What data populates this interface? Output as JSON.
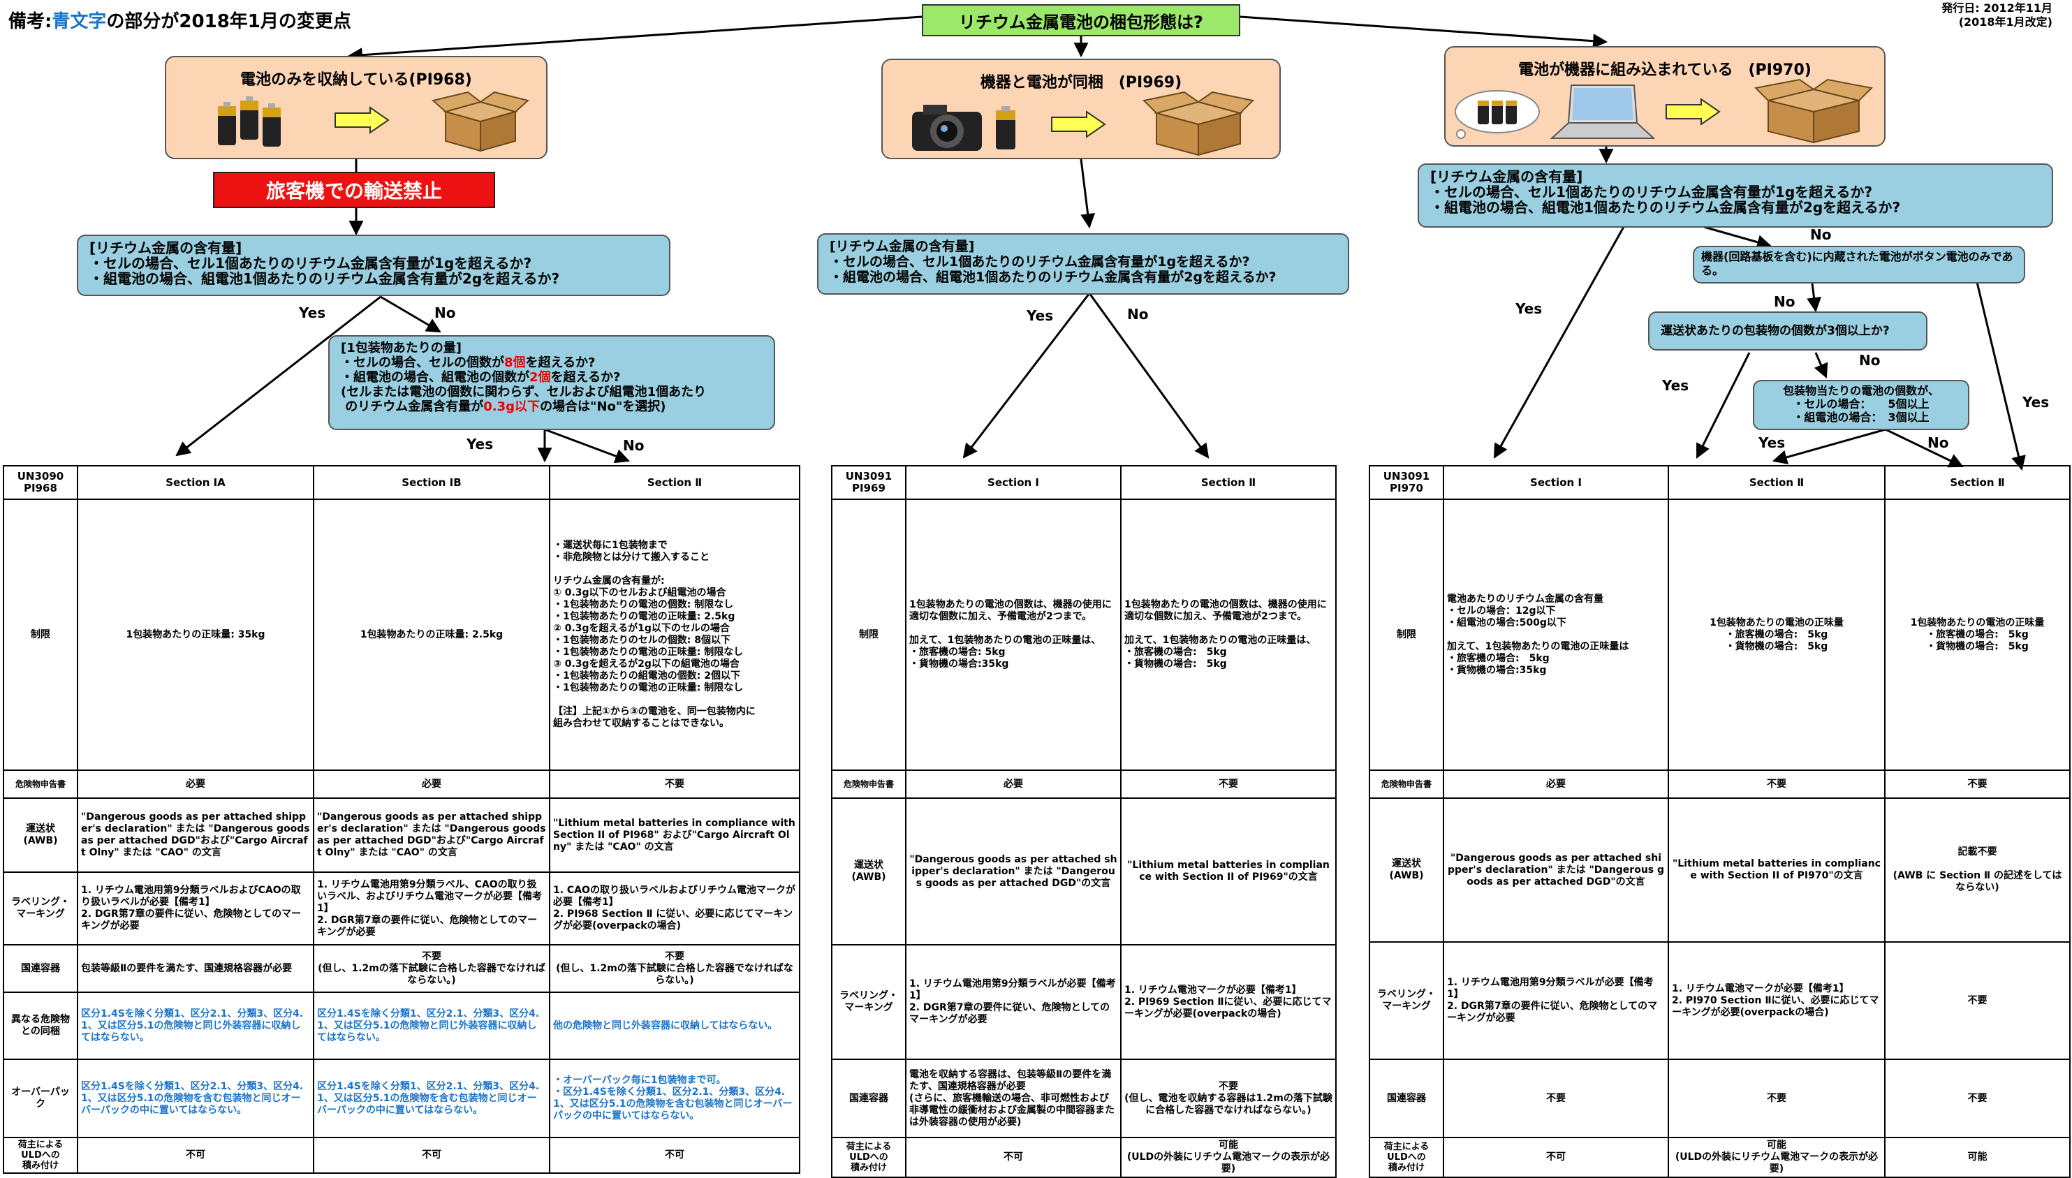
{
  "header": {
    "note_prefix": "備考:",
    "note_blue": "青文字",
    "note_suffix": "の部分が2018年1月の変更点",
    "issue_line1": "発行日: 2012年11月",
    "issue_line2": "(2018年1月改定)"
  },
  "top_question": "リチウム金属電池の梱包形態は?",
  "branches": {
    "pi968": "電池のみを収納している(PI968)",
    "pi969": "機器と電池が同梱　(PI969)",
    "pi970": "電池が機器に組み込まれている　(PI970)"
  },
  "prohibited": "旅客機での輸送禁止",
  "content_q": {
    "title": "[リチウム金属の含有量]",
    "line1": "・セルの場合、セル1個あたりのリチウム金属含有量が1gを超えるか?",
    "line2": "・組電池の場合、組電池1個あたりのリチウム金属含有量が2gを超えるか?"
  },
  "package_q": {
    "title": "[1包装物あたりの量]",
    "l1a": "・セルの場合、セルの個数が",
    "l1b": "8個",
    "l1c": "を超えるか?",
    "l2a": "・組電池の場合、組電池の個数が",
    "l2b": "2個",
    "l2c": "を超えるか?",
    "l3": "(セルまたは電池の個数に関わらず、セルおよび組電池1個あたり",
    "l4a": "のリチウム金属含有量が",
    "l4b": "0.3g以下",
    "l4c": "の場合は\"No\"を選択)"
  },
  "button_q": "機器(回路基板を含む)に内蔵された電池がボタン電池のみである。",
  "waybill_q": "運送状あたりの包装物の個数が3個以上か?",
  "count_q": {
    "l1": "包装物当たりの電池の個数が、",
    "l2": "・セルの場合：　　5個以上",
    "l3": "・組電池の場合：　3個以上"
  },
  "yes": "Yes",
  "no": "No",
  "row_labels": {
    "limit": "制限",
    "dgd": "危険物申告書",
    "awb": "運送状\n(AWB)",
    "label": "ラベリング・\nマーキング",
    "un": "国連容器",
    "segregation": "異なる危険物\nとの同梱",
    "overpack": "オーバーパック",
    "uld": "荷主による\nULDへの\n積み付け"
  },
  "t968": {
    "id": "UN3090\nPI968",
    "s1": "Section IA",
    "s2": "Section IB",
    "s3": "Section Ⅱ",
    "limit1": "1包装物あたりの正味量: 35kg",
    "limit2": "1包装物あたりの正味量: 2.5kg",
    "limit3": "・運送状毎に1包装物まで\n・非危険物とは分けて搬入すること\n\nリチウム金属の含有量が:\n① 0.3g以下のセルおよび組電池の場合\n ・1包装物あたりの電池の個数: 制限なし\n ・1包装物あたりの電池の正味量: 2.5kg\n② 0.3gを超えるが1g以下のセルの場合\n ・1包装物あたりのセルの個数: 8個以下\n ・1包装物あたりの電池の正味量: 制限なし\n③ 0.3gを超えるが2g以下の組電池の場合\n ・1包装物あたりの組電池の個数: 2個以下\n ・1包装物あたりの電池の正味量: 制限なし\n\n【注】上記①から③の電池を、同一包装物内に\n組み合わせて収納することはできない。",
    "dgd1": "必要",
    "dgd2": "必要",
    "dgd3": "不要",
    "awb1": "\"Dangerous goods as per attached shipper's declaration\" または \"Dangerous goods as per attached DGD\"および\"Cargo Aircraft Olny\" または \"CAO\" の文言",
    "awb2": "\"Dangerous goods as per attached shipper's declaration\" または \"Dangerous goods as per attached DGD\"および\"Cargo Aircraft Olny\" または \"CAO\" の文言",
    "awb3": "\"Lithium metal batteries in compliance with Section II of PI968\" および\"Cargo Aircraft Olny\" または \"CAO\" の文言",
    "lab1": "1. リチウム電池用第9分類ラベルおよびCAOの取り扱いラベルが必要【備考1】\n2. DGR第7章の要件に従い、危険物としてのマーキングが必要",
    "lab2": "1. リチウム電池用第9分類ラベル、CAOの取り扱いラベル、およびリチウム電池マークが必要【備考1】\n2. DGR第7章の要件に従い、危険物としてのマーキングが必要",
    "lab3": "1. CAOの取り扱いラベルおよびリチウム電池マークが必要【備考1】\n2. PI968 Section Ⅱ に従い、必要に応じてマーキングが必要(overpackの場合)",
    "un1": "包装等級Ⅱの要件を満たす、国連規格容器が必要",
    "un2": "不要\n(但し、1.2mの落下試験に合格した容器でなければならない。)",
    "un3": "不要\n(但し、1.2mの落下試験に合格した容器でなければならない。)",
    "seg1": "区分1.4Sを除く分類1、区分2.1、分類3、区分4.1、又は区分5.1の危険物と同じ外装容器に収納してはならない。",
    "seg2": "区分1.4Sを除く分類1、区分2.1、分類3、区分4.1、又は区分5.1の危険物と同じ外装容器に収納してはならない。",
    "seg3": "他の危険物と同じ外装容器に収納してはならない。",
    "ov1": "区分1.4Sを除く分類1、区分2.1、分類3、区分4.1、又は区分5.1の危険物を含む包装物と同じオーバーパックの中に置いてはならない。",
    "ov2": "区分1.4Sを除く分類1、区分2.1、分類3、区分4.1、又は区分5.1の危険物を含む包装物と同じオーバーパックの中に置いてはならない。",
    "ov3": "・オーバーパック毎に1包装物まで可。\n・区分1.4Sを除く分類1、区分2.1、分類3、区分4.1、又は区分5.1の危険物を含む包装物と同じオーバーパックの中に置いてはならない。",
    "uld1": "不可",
    "uld2": "不可",
    "uld3": "不可"
  },
  "t969": {
    "id": "UN3091\nPI969",
    "s1": "Section Ⅰ",
    "s2": "Section Ⅱ",
    "limit1": "1包装物あたりの電池の個数は、機器の使用に適切な個数に加え、予備電池が2つまで。\n\n加えて、1包装物あたりの電池の正味量は、\n・旅客機の場合: 5kg\n・貨物機の場合:35kg",
    "limit2": "1包装物あたりの電池の個数は、機器の使用に適切な個数に加え、予備電池が2つまで。\n\n加えて、1包装物あたりの電池の正味量は、\n・旅客機の場合:　5kg\n・貨物機の場合:　5kg",
    "dgd1": "必要",
    "dgd2": "不要",
    "awb1": "\"Dangerous goods as per attached shipper's declaration\" または \"Dangerous goods as per attached DGD\"の文言",
    "awb2": "\"Lithium metal batteries in compliance with Section II of PI969\"の文言",
    "lab1": "1. リチウム電池用第9分類ラベルが必要【備考1】\n2. DGR第7章の要件に従い、危険物としてのマーキングが必要",
    "lab2": "1. リチウム電池マークが必要【備考1】\n2. PI969 Section Ⅱに従い、必要に応じてマーキングが必要(overpackの場合)",
    "un1": "電池を収納する容器は、包装等級Ⅱの要件を満たす、国連規格容器が必要\n(さらに、旅客機輸送の場合、非可燃性および非導電性の緩衝材および金属製の中間容器または外装容器の使用が必要)",
    "un2": "不要\n(但し、電池を収納する容器は1.2mの落下試験に合格した容器でなければならない。)",
    "uld1": "不可",
    "uld2": "可能\n(ULDの外装にリチウム電池マークの表示が必要)"
  },
  "t970": {
    "id": "UN3091\nPI970",
    "s1": "Section Ⅰ",
    "s2": "Section Ⅱ",
    "s3": "Section Ⅱ",
    "limit1": "電池あたりのリチウム金属の含有量\n・セルの場合：12g以下\n・組電池の場合:500g以下\n\n加えて、1包装物あたりの電池の正味量は\n・旅客機の場合:　5kg\n・貨物機の場合:35kg",
    "limit2": "1包装物あたりの電池の正味量\n・旅客機の場合:　5kg\n・貨物機の場合:　5kg",
    "limit3": "1包装物あたりの電池の正味量\n・旅客機の場合:　5kg\n・貨物機の場合:　5kg",
    "dgd1": "必要",
    "dgd2": "不要",
    "dgd3": "不要",
    "awb1": "\"Dangerous goods as per attached shipper's declaration\" または \"Dangerous goods as per attached DGD\"の文言",
    "awb2": "\"Lithium metal batteries in compliance with Section II of PI970\"の文言",
    "awb3": "記載不要\n\n(AWB に Section Ⅱ の記述をしてはならない)",
    "lab1": "1. リチウム電池用第9分類ラベルが必要【備考1】\n2. DGR第7章の要件に従い、危険物としてのマーキングが必要",
    "lab2": "1. リチウム電池マークが必要【備考1】\n2. PI970 Section Ⅱに従い、必要に応じてマーキングが必要(overpackの場合)",
    "lab3": "不要",
    "un1": "不要",
    "un2": "不要",
    "un3": "不要",
    "uld1": "不可",
    "uld2": "可能\n(ULDの外装にリチウム電池マークの表示が必要)",
    "uld3": "可能"
  },
  "icons": [
    "battery-icon",
    "arrow-right-icon",
    "cardboard-box-icon",
    "camera-icon",
    "laptop-icon",
    "thought-cloud-icon"
  ],
  "colors": {
    "green": "#9be86b",
    "peach": "#fcd5b5",
    "blue_box": "#99cfe0",
    "red": "#ee1111",
    "change_text": "#1a73c8"
  }
}
